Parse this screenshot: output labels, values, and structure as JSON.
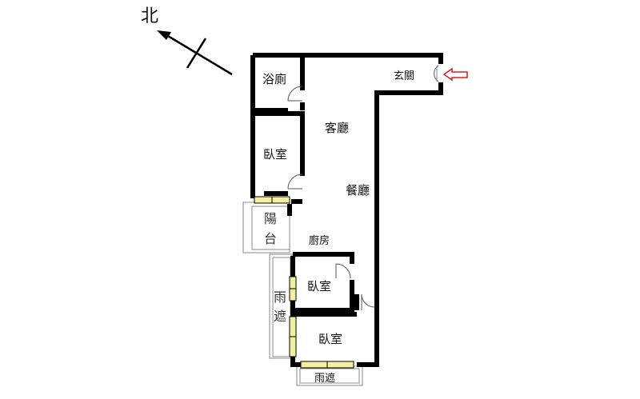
{
  "compass": {
    "label": "北"
  },
  "rooms": {
    "bathroom": "浴廁",
    "entrance": "玄關",
    "living_room": "客廳",
    "bedroom_north": "臥室",
    "dining_room": "餐廳",
    "kitchen": "廚房",
    "bedroom_middle": "臥室",
    "bedroom_south": "臥室"
  },
  "balcony": {
    "char1": "陽",
    "char2": "台"
  },
  "awning_side": {
    "char1": "雨",
    "char2": "遮"
  },
  "awning_bottom": "雨遮",
  "colors": {
    "wall": "#000000",
    "window_fill": "#f4f0a0",
    "entry_arrow": "#d42020",
    "thin_line": "#888888"
  }
}
